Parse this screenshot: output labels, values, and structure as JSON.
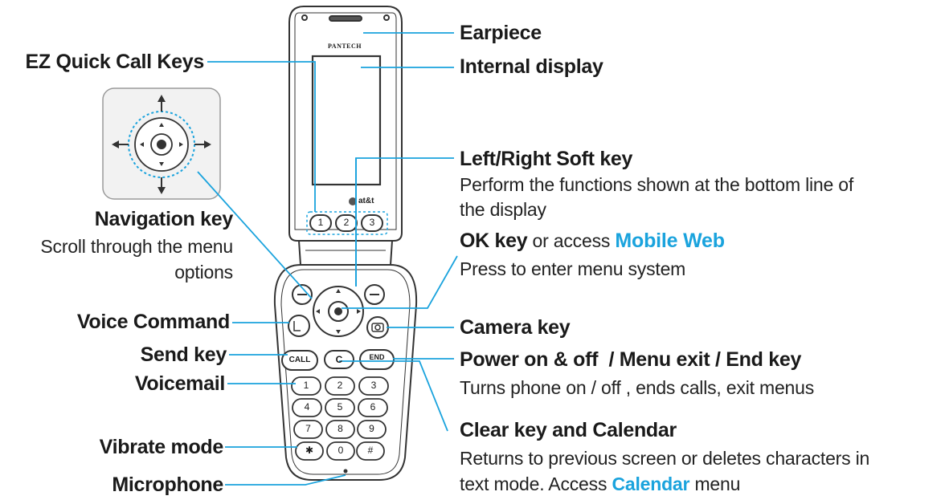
{
  "phone": {
    "brand": "PANTECH",
    "carrier": "at&t",
    "quick_keys": [
      "1",
      "2",
      "3"
    ],
    "key_call": "CALL",
    "key_clear": "C",
    "key_end": "END",
    "keypad": [
      "1",
      "2",
      "3",
      "4",
      "5",
      "6",
      "7",
      "8",
      "9",
      "✱",
      "0",
      "#"
    ]
  },
  "callouts": {
    "earpiece": "Earpiece",
    "internal_display": "Internal display",
    "ez_quick_call": "EZ Quick Call Keys",
    "soft_key": {
      "title": "Left/Right Soft key",
      "desc_line1": "Perform the functions shown at the bottom line of",
      "desc_line2": "the display"
    },
    "ok_key": {
      "title": "OK key",
      "middle": " or access ",
      "link": "Mobile Web",
      "desc": "Press to enter menu system"
    },
    "navigation": {
      "title": "Navigation key",
      "desc_line1": "Scroll through the menu",
      "desc_line2": "options"
    },
    "voice_command": "Voice Command",
    "camera_key": "Camera key",
    "send_key": "Send key",
    "power_key": {
      "title": "Power on & off  / Menu exit / End key",
      "desc": "Turns phone on / off , ends calls, exit menus"
    },
    "voicemail": "Voicemail",
    "clear_key": {
      "title": "Clear key and Calendar",
      "desc_line1": "Returns to previous screen or deletes characters in",
      "desc_line2_prefix": "text mode. Access ",
      "desc_line2_link": "Calendar",
      "desc_line2_suffix": " menu"
    },
    "vibrate": "Vibrate mode",
    "microphone": "Microphone"
  },
  "colors": {
    "callout_line": "#1aa3dd",
    "link_text": "#1aa3dd",
    "outline": "#333333"
  }
}
